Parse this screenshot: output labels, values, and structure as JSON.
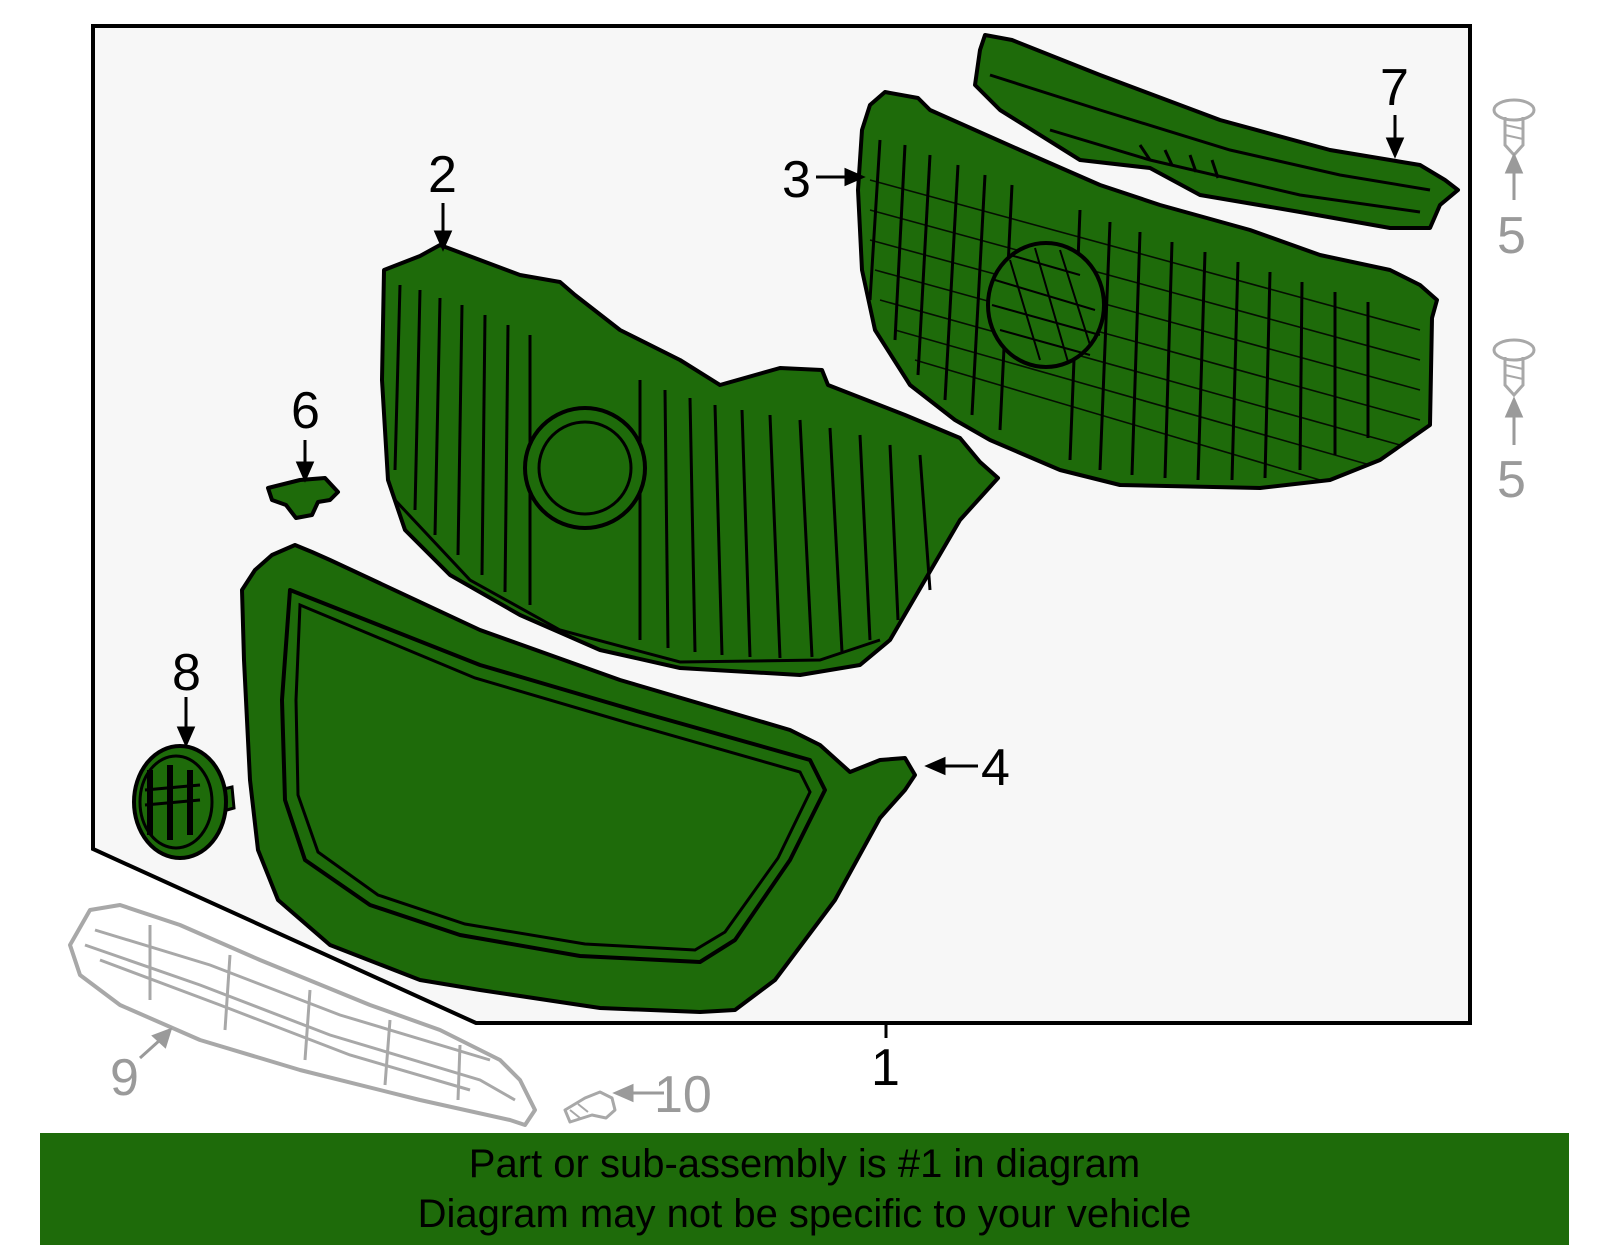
{
  "colors": {
    "part_fill": "#1e6b0a",
    "part_stroke": "#000000",
    "ghost_stroke": "#a8a8a8",
    "panel_bg": "#f7f7f7",
    "footer_bg": "#1e6b0a"
  },
  "callouts": {
    "c1": "1",
    "c2": "2",
    "c3": "3",
    "c4": "4",
    "c5a": "5",
    "c5b": "5",
    "c6": "6",
    "c7": "7",
    "c8": "8",
    "c9": "9",
    "c10": "10"
  },
  "footer": {
    "line1": "Part or sub-assembly is #1 in diagram",
    "line2": "Diagram may not be specific to your vehicle"
  }
}
